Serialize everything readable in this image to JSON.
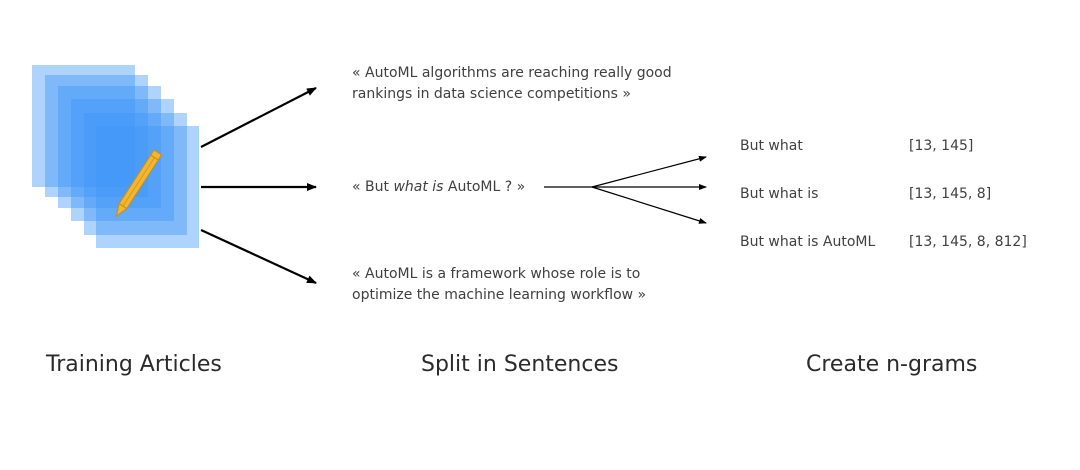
{
  "sentences": {
    "first_line1": "« AutoML algorithms are reaching really good",
    "first_line2": "rankings in data science competitions »",
    "second_prefix": "« But ",
    "second_italic": "what is",
    "second_suffix": " AutoML ? »",
    "third_line1": "« AutoML is a framework whose role is to",
    "third_line2": "optimize the machine learning workflow »"
  },
  "ngrams": [
    {
      "text": "But what",
      "ids": "[13, 145]"
    },
    {
      "text": "But what is",
      "ids": "[13, 145, 8]"
    },
    {
      "text": "But what is AutoML",
      "ids": "[13, 145, 8, 812]"
    }
  ],
  "captions": {
    "training": "Training Articles",
    "split": "Split in Sentences",
    "ngrams": "Create n-grams"
  },
  "colors": {
    "document_fill": "#3f95f7",
    "pencil": "#f2b632",
    "arrow": "#000000"
  },
  "icons": {
    "documents": "document-stack-icon",
    "pencil": "pencil-icon"
  }
}
